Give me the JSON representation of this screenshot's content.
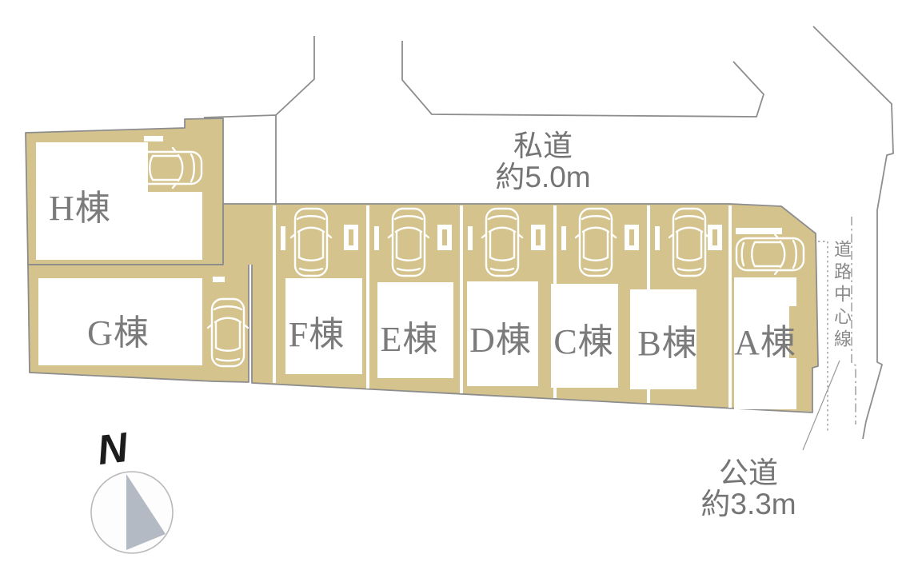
{
  "roads": {
    "private": {
      "name": "私道",
      "width": "約5.0m"
    },
    "public": {
      "name": "公道",
      "width": "約3.3m"
    },
    "centerline_label": "道路中心線"
  },
  "compass": {
    "north_label": "N"
  },
  "buildings": [
    {
      "id": "A",
      "label": "A棟"
    },
    {
      "id": "B",
      "label": "B棟"
    },
    {
      "id": "C",
      "label": "C棟"
    },
    {
      "id": "D",
      "label": "D棟"
    },
    {
      "id": "E",
      "label": "E棟"
    },
    {
      "id": "F",
      "label": "F棟"
    },
    {
      "id": "G",
      "label": "G棟"
    },
    {
      "id": "H",
      "label": "H棟"
    }
  ],
  "colors": {
    "parcel_fill": "#d5c38d",
    "road_line": "#8d8d8d",
    "label_text": "#7b7b7b",
    "compass_needle": "#b3bac4"
  }
}
